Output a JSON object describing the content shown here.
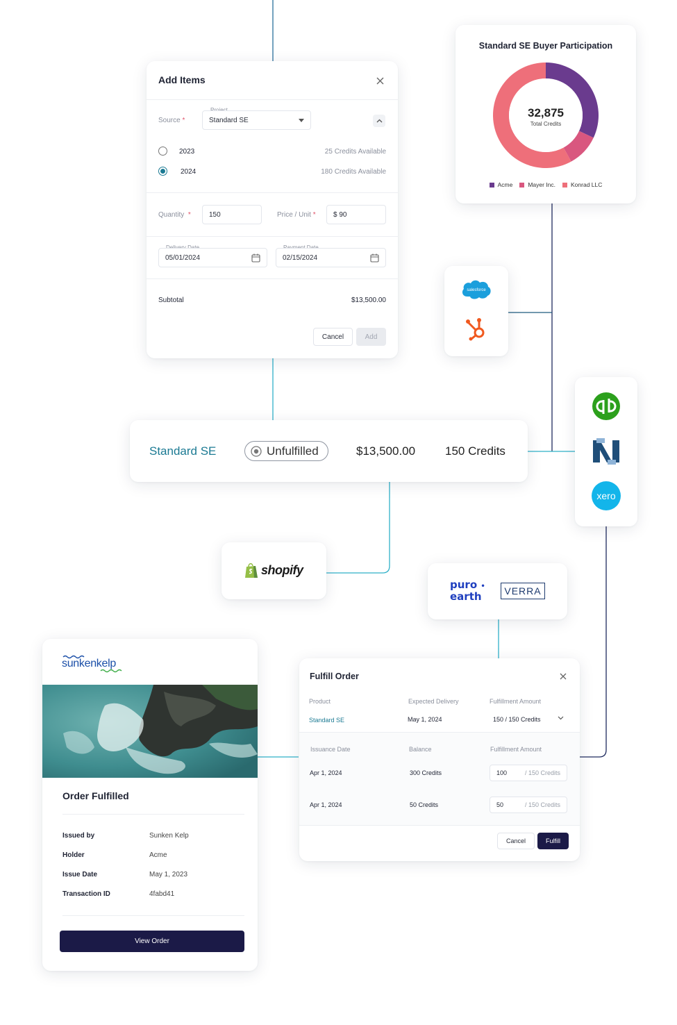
{
  "colors": {
    "line_teal": "#2fb0c8",
    "line_navy": "#1e2a5e",
    "accent_teal": "#1b7a93",
    "dark_button": "#1b1a47",
    "acme": "#6a3b8e",
    "mayer": "#d9577f",
    "konrad": "#ee6f7a"
  },
  "add_items": {
    "title": "Add Items",
    "source_label": "Source",
    "required_mark": "*",
    "project_label": "Project",
    "project_value": "Standard SE",
    "years": [
      {
        "year": "2023",
        "credits": "25 Credits Available",
        "selected": false
      },
      {
        "year": "2024",
        "credits": "180 Credits Available",
        "selected": true
      }
    ],
    "quantity_label": "Quantity",
    "quantity_value": "150",
    "price_label": "Price / Unit",
    "price_value": "$ 90",
    "delivery_label": "Delivery Date",
    "delivery_value": "05/01/2024",
    "payment_label": "Payment Date",
    "payment_value": "02/15/2024",
    "subtotal_label": "Subtotal",
    "subtotal_value": "$13,500.00",
    "cancel_label": "Cancel",
    "add_label": "Add",
    "icons": [
      "close-icon",
      "chevron-down-icon",
      "chevron-up-icon",
      "calendar-icon"
    ]
  },
  "participation": {
    "title": "Standard SE Buyer Participation",
    "center_value": "32,875",
    "center_label": "Total Credits",
    "legend": [
      {
        "name": "Acme",
        "color": "#6a3b8e"
      },
      {
        "name": "Mayer Inc.",
        "color": "#d9577f"
      },
      {
        "name": "Konrad LLC",
        "color": "#ee6f7a"
      }
    ]
  },
  "chart_data": {
    "type": "pie",
    "title": "Standard SE Buyer Participation",
    "categories": [
      "Acme",
      "Mayer Inc.",
      "Konrad LLC"
    ],
    "values": [
      32,
      10,
      58
    ],
    "unit": "percent of total (estimated)",
    "total": "32,875",
    "total_label": "Total Credits",
    "legend_position": "bottom"
  },
  "order_row": {
    "project": "Standard SE",
    "status": "Unfulfilled",
    "amount": "$13,500.00",
    "credits": "150 Credits"
  },
  "integrations": {
    "crm": [
      "salesforce",
      "hubspot"
    ],
    "salesforce_text": "salesforce",
    "accounting": [
      "quickbooks",
      "netsuite",
      "xero"
    ],
    "xero_text": "xero",
    "shopify_text": "shopify",
    "puro_text": [
      "puro",
      "earth"
    ],
    "verra_text": "VERRA"
  },
  "fulfilled_card": {
    "brand": "sunkenkelp",
    "title": "Order Fulfilled",
    "rows": [
      {
        "label": "Issued by",
        "value": "Sunken Kelp"
      },
      {
        "label": "Holder",
        "value": "Acme"
      },
      {
        "label": "Issue Date",
        "value": "May 1, 2023"
      },
      {
        "label": "Transaction ID",
        "value": "4fabd41"
      }
    ],
    "button_label": "View Order"
  },
  "fulfill_order": {
    "title": "Fulfill Order",
    "headers": [
      "Product",
      "Expected Delivery",
      "Fulfillment Amount"
    ],
    "product": "Standard SE",
    "expected_delivery": "May 1, 2024",
    "fulfillment_amount": "150 / 150 Credits",
    "sub_headers": [
      "Issuance Date",
      "Balance",
      "Fulfillment Amount"
    ],
    "rows": [
      {
        "date": "Apr 1, 2024",
        "balance": "300 Credits",
        "amount": "100",
        "of": "/ 150 Credits"
      },
      {
        "date": "Apr 1, 2024",
        "balance": "50 Credits",
        "amount": "50",
        "of": "/ 150 Credits"
      }
    ],
    "cancel_label": "Cancel",
    "fulfill_label": "Fulfill"
  }
}
